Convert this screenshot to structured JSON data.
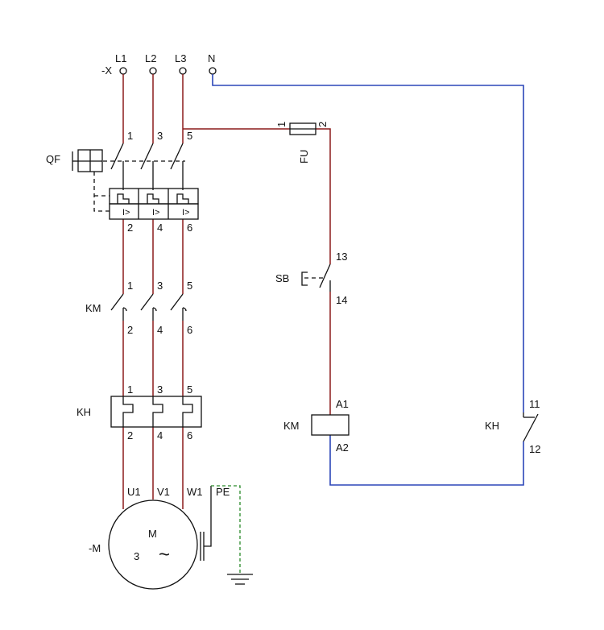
{
  "colors": {
    "power_wire": "#8b1a1a",
    "neutral_wire": "#2b46b8",
    "earth_wire": "#2a8a2a",
    "symbol": "#111111",
    "background": "#ffffff"
  },
  "supply": {
    "terminal_prefix": "-X",
    "phases": [
      "L1",
      "L2",
      "L3"
    ],
    "neutral": "N"
  },
  "breaker": {
    "label": "QF",
    "top_terminals": [
      "1",
      "3",
      "5"
    ],
    "bottom_terminals": [
      "2",
      "4",
      "6"
    ],
    "trip_mark": "I>"
  },
  "contactor": {
    "label": "KM",
    "top_terminals": [
      "1",
      "3",
      "5"
    ],
    "bottom_terminals": [
      "2",
      "4",
      "6"
    ],
    "coil_terminals": [
      "A1",
      "A2"
    ]
  },
  "overload_relay": {
    "label": "KH",
    "top_terminals": [
      "1",
      "3",
      "5"
    ],
    "bottom_terminals": [
      "2",
      "4",
      "6"
    ],
    "contact_terminals": [
      "11",
      "12"
    ]
  },
  "fuse": {
    "label": "FU",
    "terminals": [
      "1",
      "2"
    ]
  },
  "pushbutton": {
    "label": "SB",
    "terminals": [
      "13",
      "14"
    ]
  },
  "motor": {
    "label": "-M",
    "symbol": "M",
    "phase_count": "3",
    "ac_symbol": "~",
    "terminals": [
      "U1",
      "V1",
      "W1"
    ],
    "earth": "PE"
  }
}
